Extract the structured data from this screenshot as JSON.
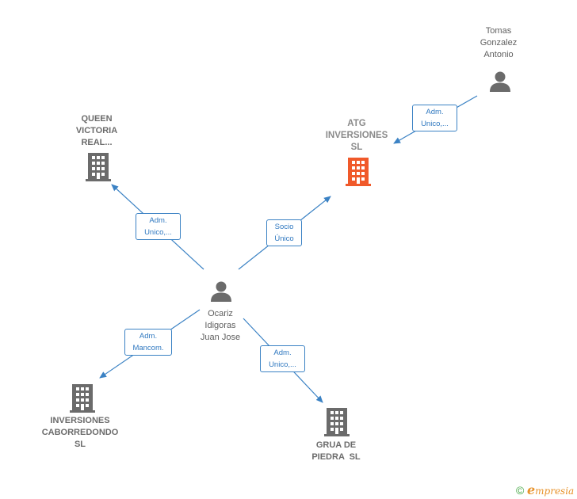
{
  "colors": {
    "edge": "#3b82c4",
    "building_default": "#6b6b6b",
    "building_main": "#f0592a",
    "person": "#6b6b6b"
  },
  "nodes": {
    "tomas": {
      "name_lines": [
        "Tomas",
        "Gonzalez",
        "Antonio"
      ],
      "icon": "person-icon"
    },
    "atg": {
      "name_lines": [
        "ATG",
        "INVERSIONES",
        "SL"
      ],
      "icon": "building-icon"
    },
    "queen": {
      "name_lines": [
        "QUEEN",
        "VICTORIA",
        "REAL..."
      ],
      "icon": "building-icon"
    },
    "ocariz": {
      "name_lines": [
        "Ocariz",
        "Idigoras",
        "Juan Jose"
      ],
      "icon": "person-icon"
    },
    "caborredondo": {
      "name_lines": [
        "INVERSIONES",
        "CABORREDONDO",
        "SL"
      ],
      "icon": "building-icon"
    },
    "grua": {
      "name_lines": [
        "GRUA DE",
        "PIEDRA  SL"
      ],
      "icon": "building-icon"
    }
  },
  "edges": {
    "tomas_atg": {
      "label_lines": [
        "Adm.",
        "Unico,..."
      ]
    },
    "ocariz_queen": {
      "label_lines": [
        "Adm.",
        "Unico,..."
      ]
    },
    "ocariz_atg": {
      "label_lines": [
        "Socio",
        "Único"
      ]
    },
    "ocariz_caborredondo": {
      "label_lines": [
        "Adm.",
        "Mancom."
      ]
    },
    "ocariz_grua": {
      "label_lines": [
        "Adm.",
        "Unico,..."
      ]
    }
  },
  "footer": {
    "copyright": "©",
    "brand_initial": "e",
    "brand_rest": "mpresia"
  }
}
